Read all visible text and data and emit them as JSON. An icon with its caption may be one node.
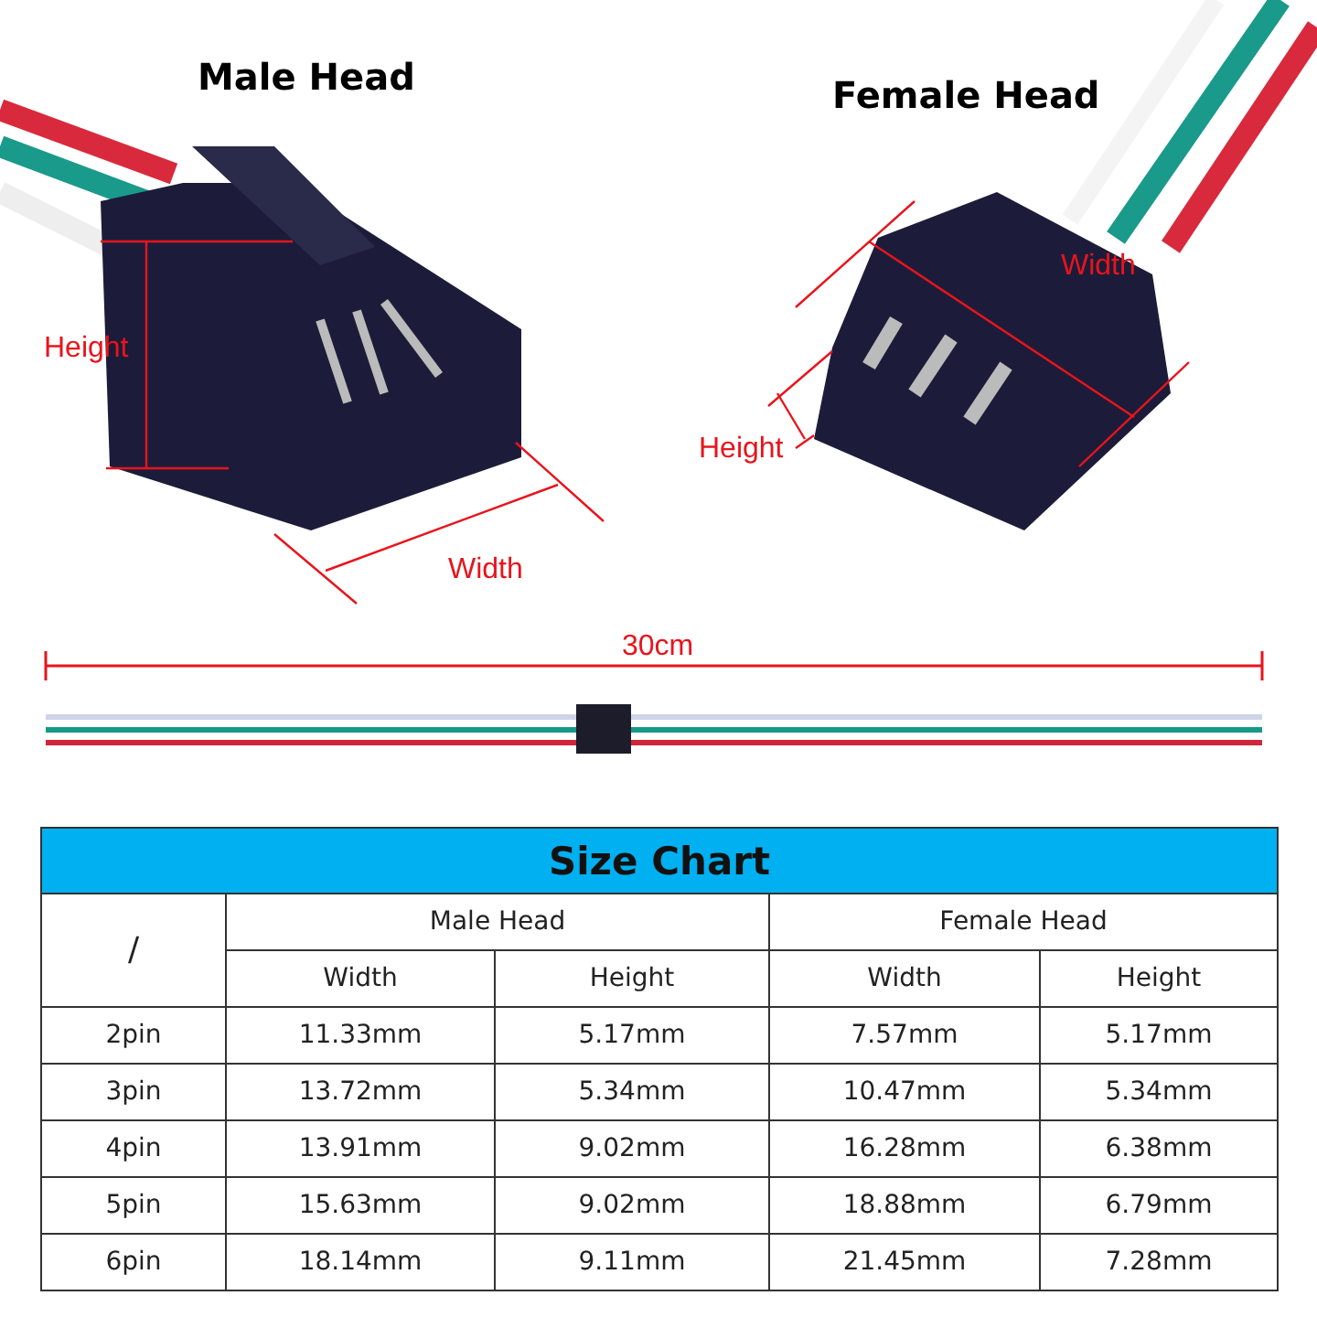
{
  "diagram": {
    "labels": [
      "Male Head",
      "Female Head",
      "Width",
      "Height",
      "Height",
      "Width",
      "30cm",
      "Size Chart",
      "/",
      "Male Head",
      "Female Head",
      "Width",
      "Height",
      "Width",
      "Height",
      "2pin",
      "11.33mm",
      "5.17mm",
      "7.57mm",
      "5.17mm",
      "3pin",
      "13.72mm",
      "5.34mm",
      "10.47mm",
      "5.34mm",
      "4pin",
      "13.91mm",
      "9.02mm",
      "16.28mm",
      "6.38mm",
      "5pin",
      "15.63mm",
      "9.02mm",
      "18.88mm",
      "6.79mm",
      "6pin",
      "18.14mm",
      "9.11mm",
      "21.45mm",
      "7.28mm"
    ]
  }
}
